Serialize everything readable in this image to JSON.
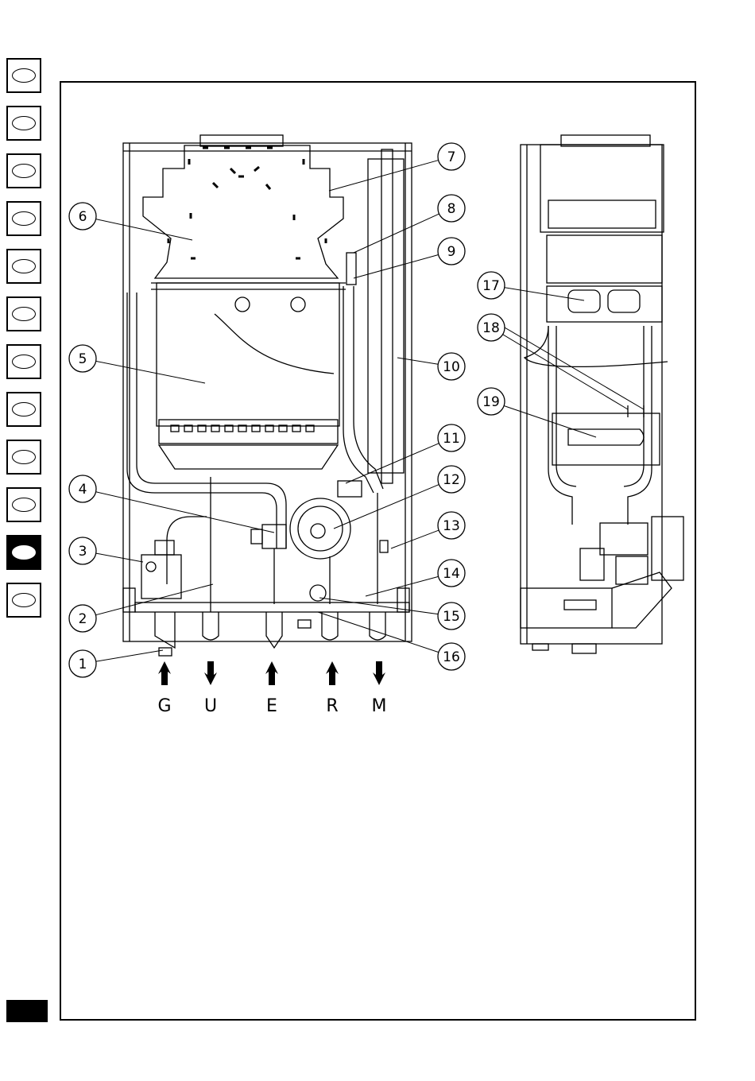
{
  "tabs": {
    "count": 12,
    "active_index": 10
  },
  "callouts": [
    {
      "n": "1"
    },
    {
      "n": "2"
    },
    {
      "n": "3"
    },
    {
      "n": "4"
    },
    {
      "n": "5"
    },
    {
      "n": "6"
    },
    {
      "n": "7"
    },
    {
      "n": "8"
    },
    {
      "n": "9"
    },
    {
      "n": "10"
    },
    {
      "n": "11"
    },
    {
      "n": "12"
    },
    {
      "n": "13"
    },
    {
      "n": "14"
    },
    {
      "n": "15"
    },
    {
      "n": "16"
    },
    {
      "n": "17"
    },
    {
      "n": "18"
    },
    {
      "n": "19"
    }
  ],
  "connections": [
    {
      "label": "G",
      "direction": "in"
    },
    {
      "label": "U",
      "direction": "out"
    },
    {
      "label": "E",
      "direction": "in"
    },
    {
      "label": "R",
      "direction": "in"
    },
    {
      "label": "M",
      "direction": "out"
    }
  ]
}
